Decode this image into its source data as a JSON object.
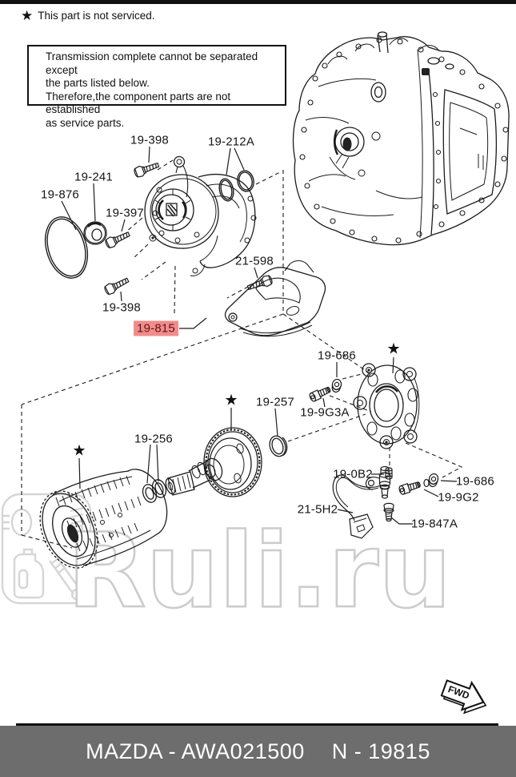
{
  "header": {
    "star_symbol": "★",
    "note_line": "This part is not serviced.",
    "box_lines": [
      "Transmission complete cannot be separated except",
      "the parts listed below.",
      "Therefore,the component parts are not established",
      "as service parts."
    ]
  },
  "diagram": {
    "star_symbol": "★",
    "fwd": "FWD",
    "labels": [
      {
        "text": "19-398",
        "highlighted": false
      },
      {
        "text": "19-212A",
        "highlighted": false
      },
      {
        "text": "19-241",
        "highlighted": false
      },
      {
        "text": "19-876",
        "highlighted": false
      },
      {
        "text": "19-397",
        "highlighted": false
      },
      {
        "text": "21-598",
        "highlighted": false
      },
      {
        "text": "19-398",
        "highlighted": false
      },
      {
        "text": "19-815",
        "highlighted": true
      },
      {
        "text": "19-686",
        "highlighted": false
      },
      {
        "text": "19-257",
        "highlighted": false
      },
      {
        "text": "19-9G3A",
        "highlighted": false
      },
      {
        "text": "19-256",
        "highlighted": false
      },
      {
        "text": "19-0B2",
        "highlighted": false
      },
      {
        "text": "19-686",
        "highlighted": false
      },
      {
        "text": "19-9G2",
        "highlighted": false
      },
      {
        "text": "21-5H2",
        "highlighted": false
      },
      {
        "text": "19-847A",
        "highlighted": false
      }
    ]
  },
  "watermark": {
    "text": "Ruli.ru"
  },
  "footer": {
    "catalog": "MAZDA - AWA021500",
    "part": "N - 19815"
  },
  "colors": {
    "highlight_bg": "#f28c8c",
    "highlight_text": "#5c1616",
    "footer_bg": "#6d6d6d",
    "line": "#1c1c1c",
    "watermark": "#d0d0d0"
  }
}
